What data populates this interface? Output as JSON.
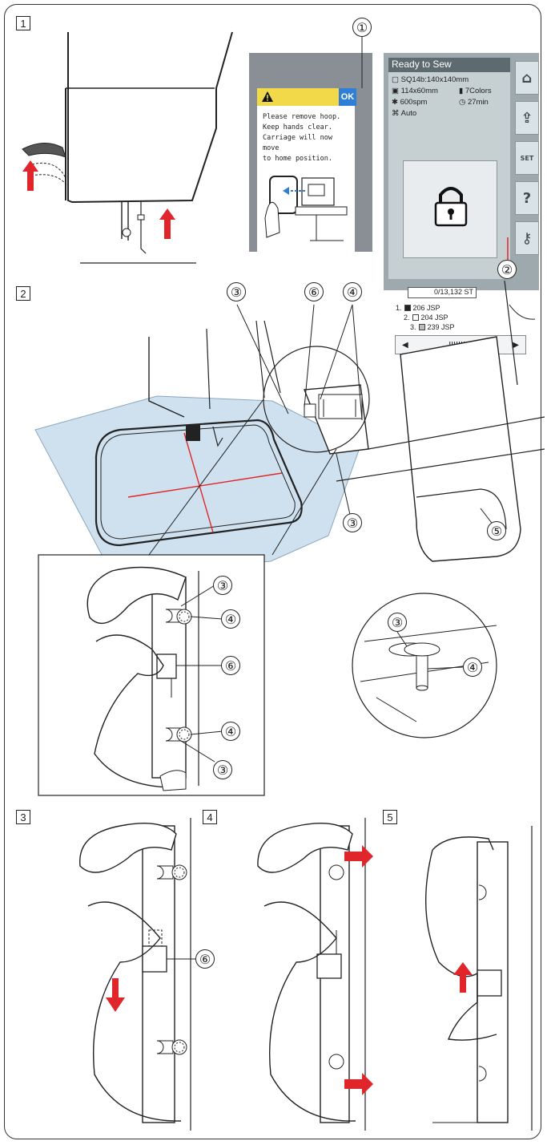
{
  "steps": [
    "1",
    "2",
    "3",
    "4",
    "5"
  ],
  "callouts": {
    "c1": "①",
    "c2": "②",
    "c3": "③",
    "c4": "④",
    "c5": "⑤",
    "c6": "⑥"
  },
  "warning_screen": {
    "ok_label": "OK",
    "message_line1": "Please remove hoop.",
    "message_line2": "Keep hands clear.",
    "message_line3": "Carriage will now move",
    "message_line4": "to home position.",
    "icon": "warning-triangle-icon"
  },
  "ready_screen": {
    "title": "Ready to Sew",
    "hoop": "SQ14b:140x140mm",
    "size": "114x60mm",
    "colors": "7Colors",
    "speed": "600spm",
    "time": "27min",
    "mode": "Auto",
    "stitch_count": "0/13,132 ST",
    "threads": [
      {
        "num": "1.",
        "name": "206 JSP"
      },
      {
        "num": "2.",
        "name": "204 JSP"
      },
      {
        "num": "3.",
        "name": "239 JSP"
      }
    ],
    "tab_icons": [
      "home-icon",
      "folder-icon",
      "set-icon",
      "help-icon",
      "key-icon"
    ],
    "set_label": "SET",
    "help_label": "?",
    "colors_badge": "|#"
  },
  "colors": {
    "fabric": "#cfe1ef",
    "accent_red": "#e0262b",
    "ok_blue": "#2f7fd6",
    "warn_yellow": "#f1d94a"
  }
}
